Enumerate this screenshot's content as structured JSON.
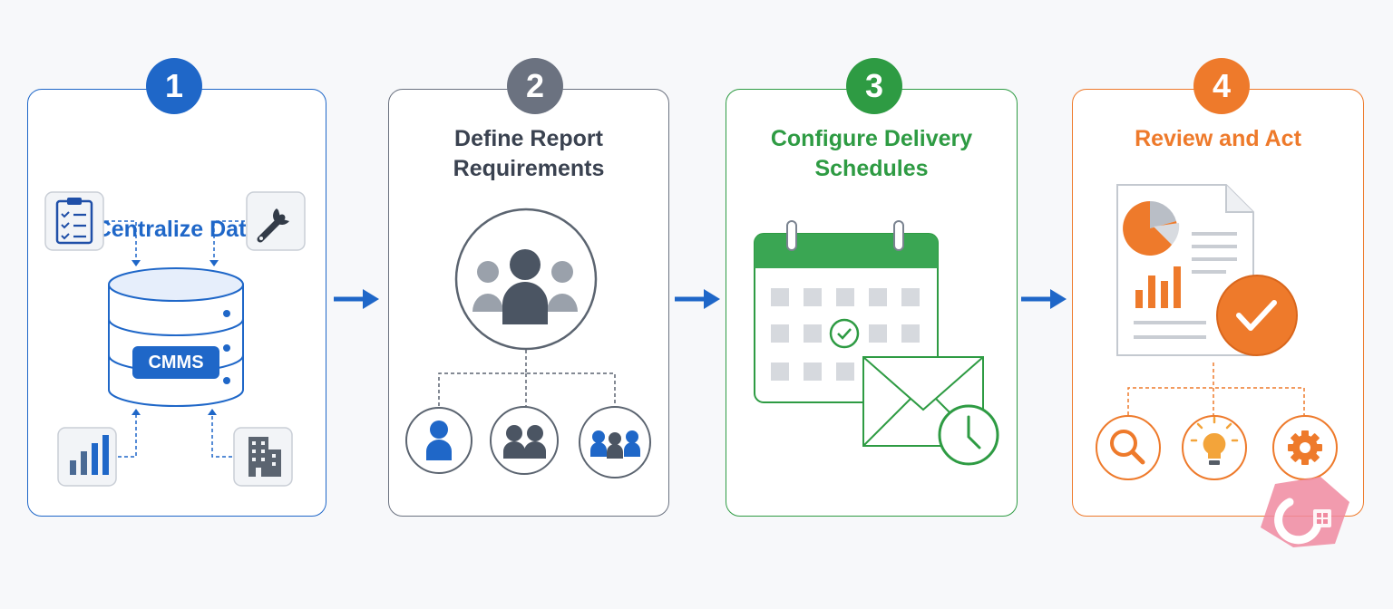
{
  "colors": {
    "blue": "#1f67c8",
    "gray": "#6b7280",
    "green": "#2e9b43",
    "orange": "#ee7a2b"
  },
  "steps": [
    {
      "number": "1",
      "title_lines": [
        "Centralize Data"
      ],
      "center_label": "CMMS",
      "icons": [
        "clipboard-checklist-icon",
        "wrench-icon",
        "database-icon",
        "bar-chart-icon",
        "building-icon"
      ]
    },
    {
      "number": "2",
      "title_lines": [
        "Define Report",
        "Requirements"
      ],
      "icons": [
        "people-group-icon",
        "single-user-icon",
        "two-users-icon",
        "team-icon"
      ]
    },
    {
      "number": "3",
      "title_lines": [
        "Configure Delivery",
        "Schedules"
      ],
      "icons": [
        "calendar-icon",
        "email-envelope-icon",
        "clock-icon"
      ]
    },
    {
      "number": "4",
      "title_lines": [
        "Review and Act"
      ],
      "icons": [
        "report-document-icon",
        "pie-chart-icon",
        "checkmark-icon",
        "magnifier-icon",
        "lightbulb-icon",
        "gear-icon"
      ]
    }
  ]
}
